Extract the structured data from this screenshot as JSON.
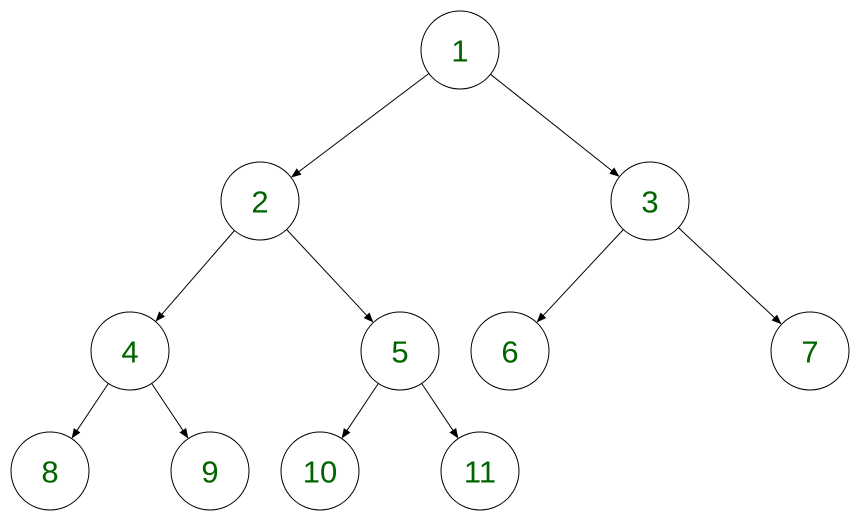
{
  "tree": {
    "colors": {
      "label": "#006400",
      "stroke": "#000000",
      "fill": "#ffffff"
    },
    "nodes": [
      {
        "id": "1",
        "label": "1"
      },
      {
        "id": "2",
        "label": "2"
      },
      {
        "id": "3",
        "label": "3"
      },
      {
        "id": "4",
        "label": "4"
      },
      {
        "id": "5",
        "label": "5"
      },
      {
        "id": "6",
        "label": "6"
      },
      {
        "id": "7",
        "label": "7"
      },
      {
        "id": "8",
        "label": "8"
      },
      {
        "id": "9",
        "label": "9"
      },
      {
        "id": "10",
        "label": "10"
      },
      {
        "id": "11",
        "label": "11"
      }
    ],
    "edges": [
      {
        "from": "1",
        "to": "2"
      },
      {
        "from": "1",
        "to": "3"
      },
      {
        "from": "2",
        "to": "4"
      },
      {
        "from": "2",
        "to": "5"
      },
      {
        "from": "3",
        "to": "6"
      },
      {
        "from": "3",
        "to": "7"
      },
      {
        "from": "4",
        "to": "8"
      },
      {
        "from": "4",
        "to": "9"
      },
      {
        "from": "5",
        "to": "10"
      },
      {
        "from": "5",
        "to": "11"
      }
    ]
  }
}
